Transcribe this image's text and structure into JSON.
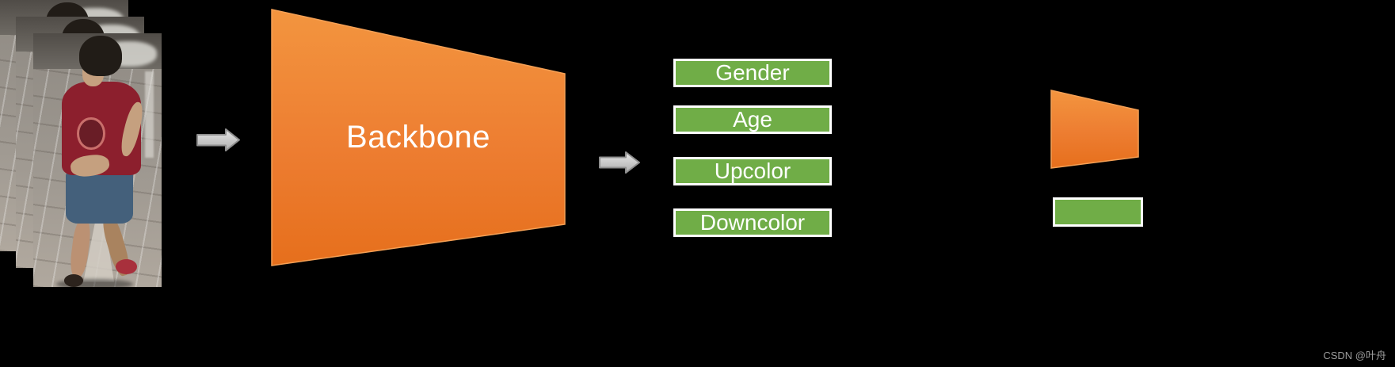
{
  "canvas": {
    "background": "#000000"
  },
  "input": {
    "name": "pedestrian-image-stack",
    "image_count": 3
  },
  "backbone": {
    "label": "Backbone",
    "fill": "#ED7D31"
  },
  "outputs": {
    "labels": [
      "Gender",
      "Age",
      "Upcolor",
      "Downcolor"
    ],
    "fill": "#70AD47",
    "border_color": "#FFFFFF",
    "text_color": "#FFFFFF"
  },
  "legend": {
    "items": [
      {
        "icon": "backbone-trapezoid-swatch",
        "color": "#ED7D31"
      },
      {
        "icon": "attribute-box-swatch",
        "color": "#70AD47"
      }
    ]
  },
  "arrows": {
    "color": "#C9C9C9",
    "count": 2
  },
  "watermark": {
    "text": "CSDN @叶舟",
    "color": "#9C9C9C"
  }
}
